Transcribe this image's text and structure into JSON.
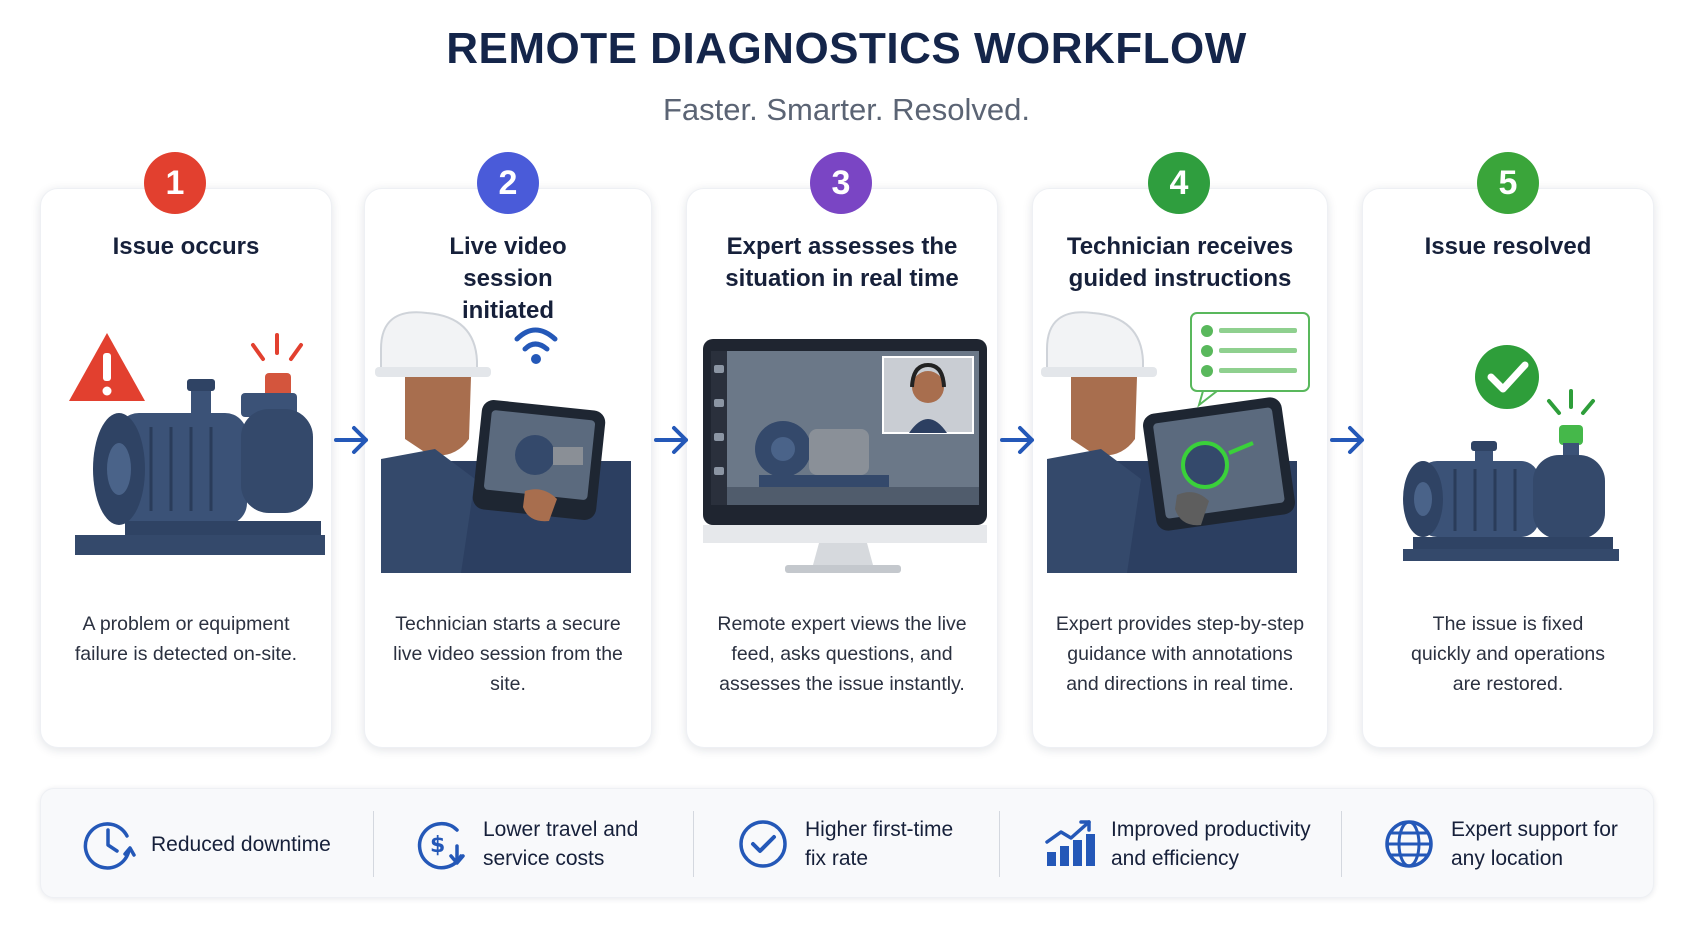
{
  "header": {
    "title": "REMOTE DIAGNOSTICS WORKFLOW",
    "subtitle": "Faster. Smarter. Resolved."
  },
  "steps": [
    {
      "number": "1",
      "color": "#e2402f",
      "title": "Issue occurs",
      "description": "A problem or equipment failure is detected on-site.",
      "icon": "warning-pump-icon"
    },
    {
      "number": "2",
      "color": "#4a5bd9",
      "title": "Live video session initiated",
      "description": "Technician starts a secure live video session from the site.",
      "icon": "technician-tablet-icon"
    },
    {
      "number": "3",
      "color": "#7a45c4",
      "title": "Expert assesses the situation in real time",
      "description": "Remote expert views the live feed, asks questions, and assesses the issue instantly.",
      "icon": "monitor-expert-icon"
    },
    {
      "number": "4",
      "color": "#2f9e3e",
      "title": "Technician receives guided instructions",
      "description": "Expert provides step-by-step guidance with annotations and directions in real time.",
      "icon": "guided-tablet-icon"
    },
    {
      "number": "5",
      "color": "#3aa53a",
      "title": "Issue resolved",
      "description": "The issue is fixed quickly and operations are restored.",
      "icon": "resolved-pump-icon"
    }
  ],
  "benefits": [
    {
      "label": "Reduced downtime",
      "icon": "clock-refresh-icon"
    },
    {
      "label": "Lower travel and\nservice costs",
      "icon": "dollar-coin-icon"
    },
    {
      "label": "Higher first-time\nfix rate",
      "icon": "check-circle-icon"
    },
    {
      "label": "Improved productivity\nand efficiency",
      "icon": "bar-chart-growth-icon"
    },
    {
      "label": "Expert support for\nany location",
      "icon": "globe-icon"
    }
  ],
  "colors": {
    "primary": "#14254a",
    "accent": "#2458b8",
    "machine": "#3b5277",
    "ok": "#2e9e3a"
  }
}
